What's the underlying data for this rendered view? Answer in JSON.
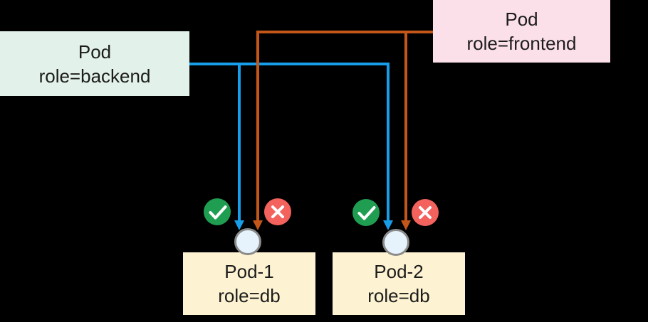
{
  "pods": {
    "backend": {
      "name": "Pod",
      "selector": "role=backend"
    },
    "frontend": {
      "name": "Pod",
      "selector": "role=frontend"
    },
    "db1": {
      "name": "Pod-1",
      "selector": "role=db"
    },
    "db2": {
      "name": "Pod-2",
      "selector": "role=db"
    }
  },
  "edges": [
    {
      "from": "backend",
      "to": [
        "db1",
        "db2"
      ],
      "verdict": "allowed",
      "badge_icon": "check-icon"
    },
    {
      "from": "frontend",
      "to": [
        "db1",
        "db2"
      ],
      "verdict": "denied",
      "badge_icon": "x-icon"
    }
  ],
  "colors": {
    "background": "#000000",
    "backend_box": "#e2f1e9",
    "frontend_box": "#fbdfe9",
    "db_box": "#fdf2d1",
    "box_text": "#1c1c1c",
    "backend_wire": "#189de9",
    "frontend_wire": "#c3571a",
    "allowed": "#1f9e52",
    "denied": "#f4625d",
    "port_fill": "#e6f3fc",
    "port_stroke": "#8b8b8b"
  }
}
